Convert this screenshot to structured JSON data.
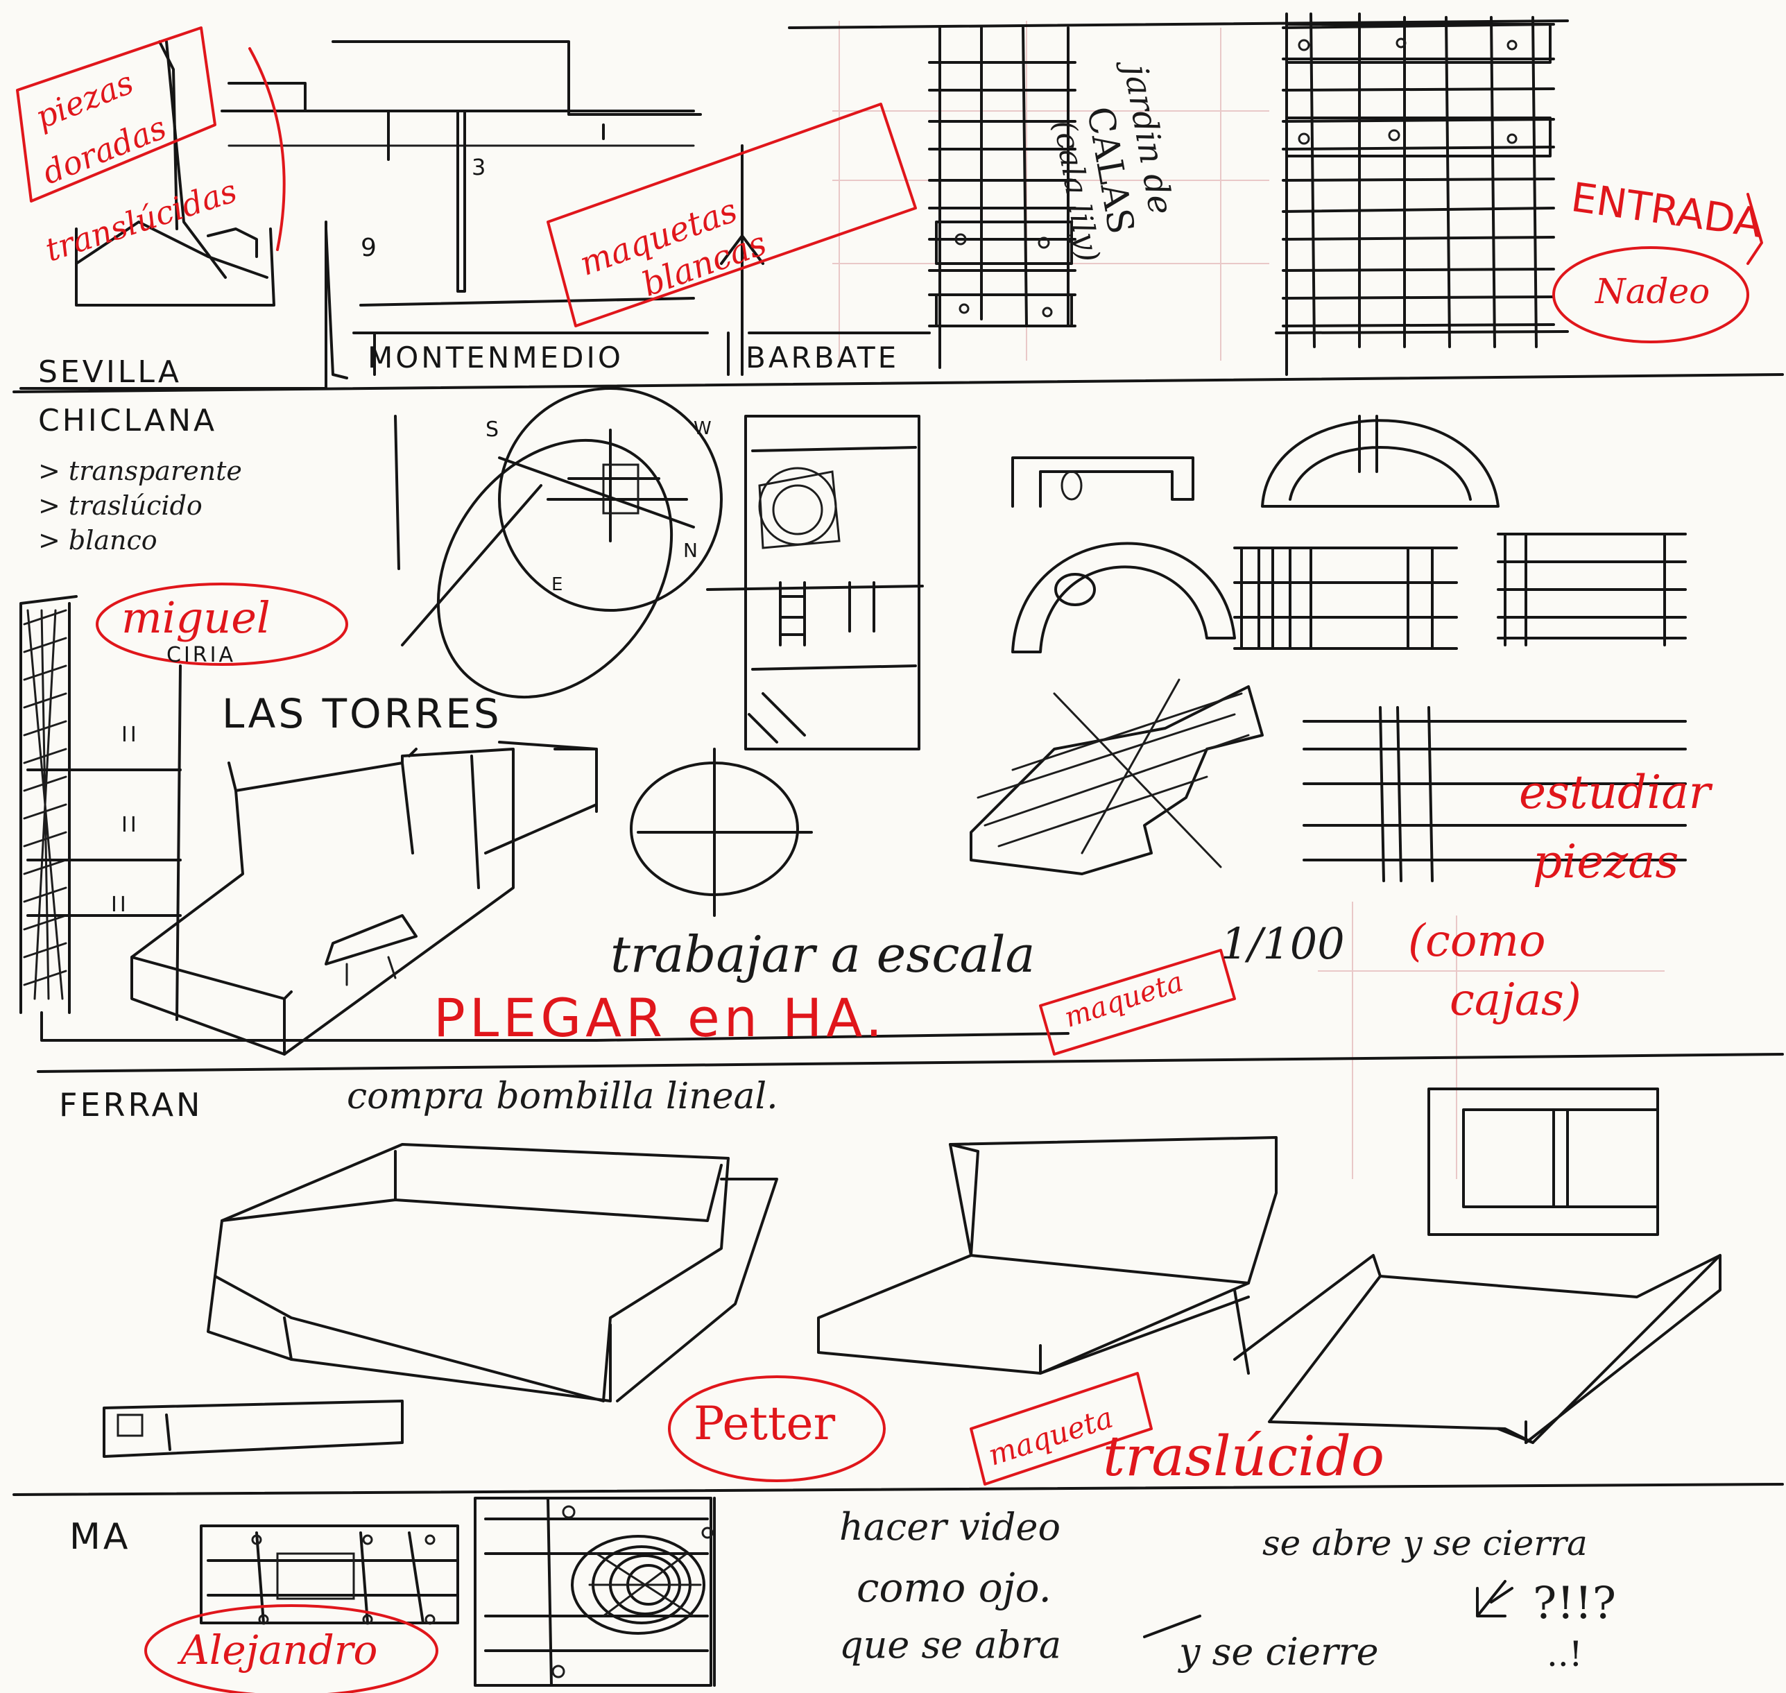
{
  "labels": {
    "sevilla": "SEVILLA",
    "montenmedio": "MONTENMEDIO",
    "barbate": "BARBATE",
    "chiclana": "CHICLANA",
    "las_torres": "LAS TORRES",
    "ferran": "FERRAN",
    "ma": "MA",
    "num_9": "9",
    "num_3": "3",
    "compass_s": "S",
    "compass_w": "W",
    "compass_n": "N",
    "compass_e": "E",
    "roman_1": "II",
    "roman_2": "II",
    "roman_3": "II"
  },
  "notes": {
    "jardin_1": "jardin de",
    "jardin_2": "CALAS",
    "jardin_3": "(cala lily)",
    "chiclana_1": "> transparente",
    "chiclana_2": "> traslúcido",
    "chiclana_3": "> blanco",
    "trabajar": "trabajar a escala",
    "escala_value": "1/100",
    "ferran_note": "compra bombilla lineal.",
    "video_1": "hacer video",
    "video_2": "como ojo.",
    "video_3": "que se abra",
    "video_4": "y se cierre",
    "video_5": "se abre y se cierra",
    "video_6": "?!!?",
    "video_7": "..!"
  },
  "red_notes": {
    "piezas_1": "piezas",
    "piezas_2": "doradas",
    "piezas_3": "translúcidas",
    "maquetas_1": "maquetas",
    "maquetas_2": "blancas",
    "entrada": "ENTRADA",
    "nadeo": "Nadeo",
    "miguel": "miguel",
    "ciria": "CIRIA",
    "estudiar_1": "estudiar",
    "estudiar_2": "piezas",
    "como_1": "(como",
    "como_2": "cajas)",
    "plegar": "PLEGAR en HA.",
    "maqueta_1": "maqueta",
    "petter": "Petter",
    "maqueta_2": "maqueta",
    "traslucido": "traslúcido",
    "alejandro": "Alejandro"
  }
}
